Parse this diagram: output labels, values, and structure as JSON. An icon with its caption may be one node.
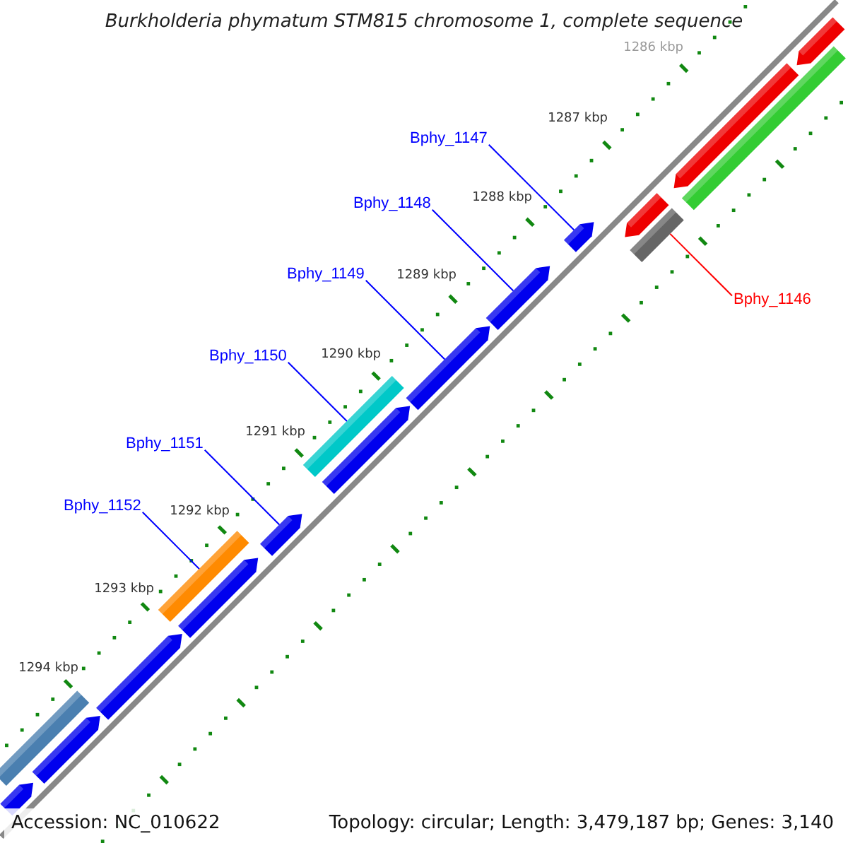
{
  "diagram": {
    "title": "Burkholderia phymatum STM815 chromosome 1, complete sequence",
    "nodes": [
      {
        "text": [
          "Bphy_1147"
        ]
      },
      {
        "text": [
          "Bphy_1148"
        ]
      },
      {
        "text": [
          "Bphy_1149"
        ]
      },
      {
        "text": [
          "Bphy_1146"
        ]
      },
      {
        "text": [
          "Bphy_1150"
        ]
      },
      {
        "text": [
          "Bphy_1151"
        ]
      },
      {
        "text": [
          "Bphy_1152"
        ]
      },
      {
        "text": [],
        "shape": "arrow"
      },
      {
        "text": [],
        "shape": "bar"
      },
      {
        "text": [],
        "shape": "arrow"
      },
      {
        "text": [],
        "shape": "arrow"
      },
      {
        "text": [],
        "shape": "arrow"
      },
      {
        "text": [],
        "shape": "bar"
      },
      {
        "text": [],
        "shape": "arrow"
      },
      {
        "text": [],
        "shape": "arrow"
      },
      {
        "text": [],
        "shape": "bar"
      },
      {
        "text": [],
        "shape": "arrow"
      },
      {
        "text": [],
        "shape": "arrow"
      },
      {
        "text": [],
        "shape": "bar"
      },
      {
        "text": [],
        "shape": "arrow"
      },
      {
        "text": [],
        "shape": "arrow"
      },
      {
        "text": [],
        "shape": "bar"
      },
      {
        "text": [],
        "shape": "arrow"
      },
      {
        "text": [],
        "shape": "arrow"
      }
    ],
    "edges": [
      {
        "from": 0,
        "to": 11,
        "arrow": "none"
      },
      {
        "from": 1,
        "to": 13,
        "arrow": "none"
      },
      {
        "from": 2,
        "to": 14,
        "arrow": "none"
      },
      {
        "from": 3,
        "to": 12,
        "arrow": "none",
        "color": "#ff0000"
      },
      {
        "from": 4,
        "to": 15,
        "arrow": "none"
      },
      {
        "from": 5,
        "to": 17,
        "arrow": "none"
      },
      {
        "from": 6,
        "to": 18,
        "arrow": "none"
      }
    ],
    "labels": [
      "1286 kbp",
      "1287 kbp",
      "1288 kbp",
      "1289 kbp",
      "1290 kbp",
      "1291 kbp",
      "1292 kbp",
      "1293 kbp",
      "1294 kbp",
      "Accession: NC_010622",
      "Topology: circular; Length: 3,479,187 bp; Genes: 3,140"
    ]
  }
}
